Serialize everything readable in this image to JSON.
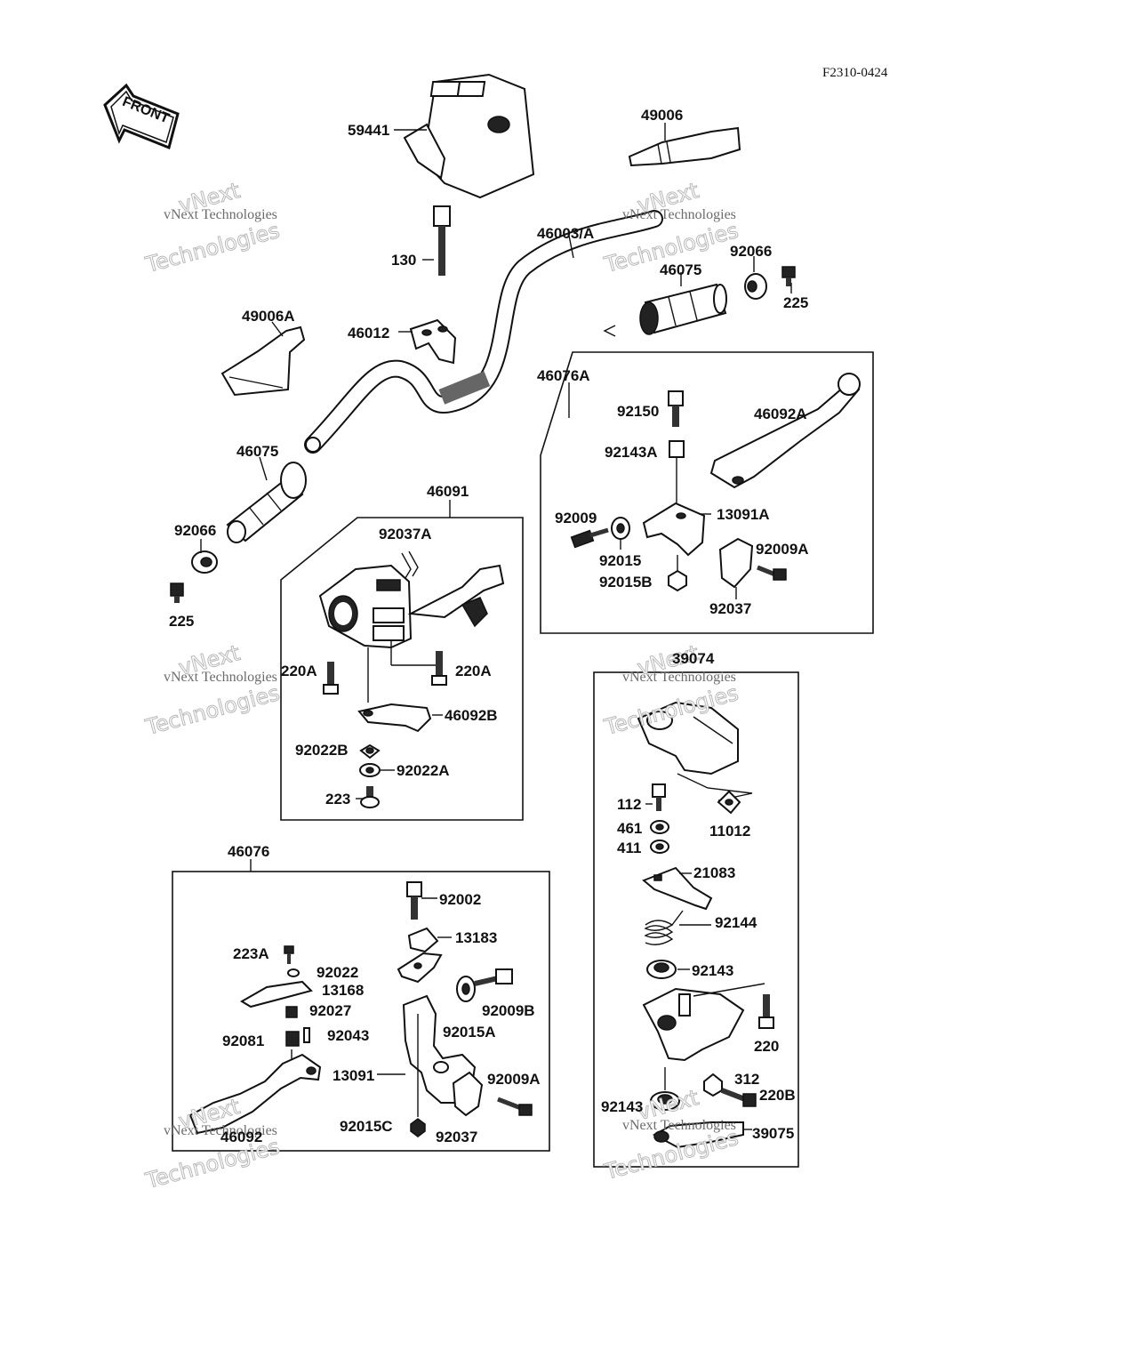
{
  "drawing_code": "F2310-0424",
  "front_arrow_label": "FRONT",
  "watermark": {
    "line1": "vNext Technologies",
    "line2": "vNext",
    "line3": "Technologies"
  },
  "labels": {
    "59441": "59441",
    "49006": "49006",
    "130": "130",
    "46003A": "46003/A",
    "92066_r": "92066",
    "225_r": "225",
    "46075_r": "46075",
    "49006A": "49006A",
    "46012": "46012",
    "46076A": "46076A",
    "92150": "92150",
    "46092A": "46092A",
    "92143A": "92143A",
    "46075_l": "46075",
    "46091": "46091",
    "92009": "92009",
    "13091A": "13091A",
    "92037A": "92037A",
    "92066_l": "92066",
    "92015": "92015",
    "92009A_u": "92009A",
    "92015B": "92015B",
    "225_l": "225",
    "92037_u": "92037",
    "220A_l": "220A",
    "220A_r": "220A",
    "39074": "39074",
    "46092B": "46092B",
    "92022B": "92022B",
    "92022A": "92022A",
    "223": "223",
    "112": "112",
    "461": "461",
    "11012": "11012",
    "411": "411",
    "46076": "46076",
    "21083": "21083",
    "92002": "92002",
    "92144": "92144",
    "13183": "13183",
    "223A": "223A",
    "92022": "92022",
    "92143_u": "92143",
    "13168": "13168",
    "92027": "92027",
    "92009B": "92009B",
    "220": "220",
    "92081": "92081",
    "92043": "92043",
    "92015A": "92015A",
    "312": "312",
    "13091": "13091",
    "92009A_l": "92009A",
    "220B": "220B",
    "92143_l": "92143",
    "92015C": "92015C",
    "92037_l": "92037",
    "46092": "46092",
    "39075": "39075"
  }
}
